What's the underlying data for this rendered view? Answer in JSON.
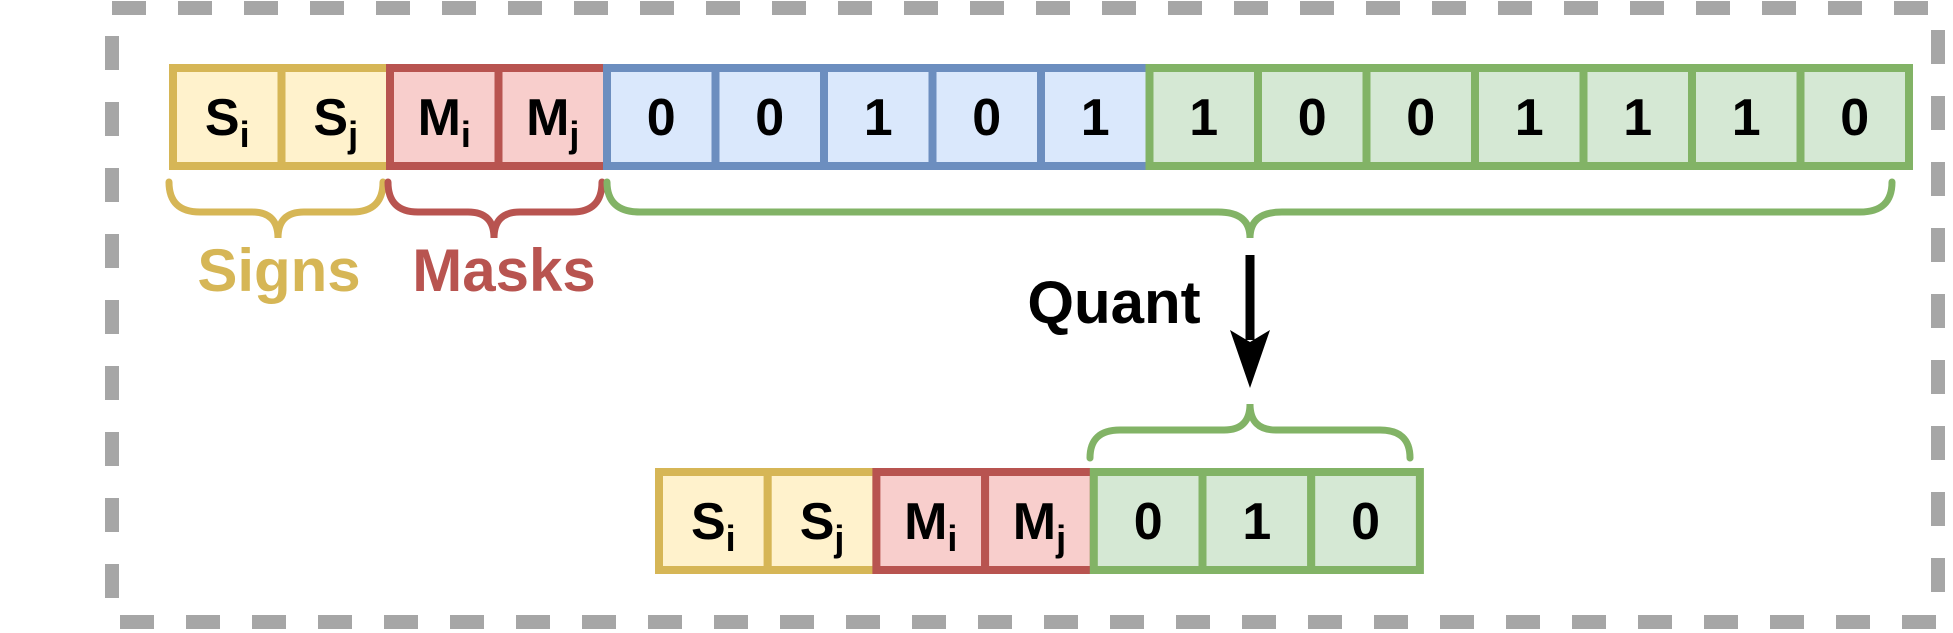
{
  "colors": {
    "frame": "#a6a6a6",
    "sign_fill": "#fff2cc",
    "sign_stroke": "#d6b656",
    "mask_fill": "#f8cecc",
    "mask_stroke": "#b85450",
    "blue_fill": "#dae8fc",
    "blue_stroke": "#6c8ebf",
    "green_fill": "#d5e8d4",
    "green_stroke": "#82b366",
    "arrow": "#000000"
  },
  "top_row": {
    "signs": [
      {
        "base": "S",
        "sub": "i"
      },
      {
        "base": "S",
        "sub": "j"
      }
    ],
    "masks": [
      {
        "base": "M",
        "sub": "i"
      },
      {
        "base": "M",
        "sub": "j"
      }
    ],
    "blue_bits": [
      "0",
      "0",
      "1",
      "0",
      "1"
    ],
    "green_bits": [
      "1",
      "0",
      "0",
      "1",
      "1",
      "1",
      "0"
    ]
  },
  "labels": {
    "signs": "Signs",
    "masks": "Masks",
    "quant": "Quant"
  },
  "bottom_row": {
    "signs": [
      {
        "base": "S",
        "sub": "i"
      },
      {
        "base": "S",
        "sub": "j"
      }
    ],
    "masks": [
      {
        "base": "M",
        "sub": "i"
      },
      {
        "base": "M",
        "sub": "j"
      }
    ],
    "green_bits": [
      "0",
      "1",
      "0"
    ]
  }
}
